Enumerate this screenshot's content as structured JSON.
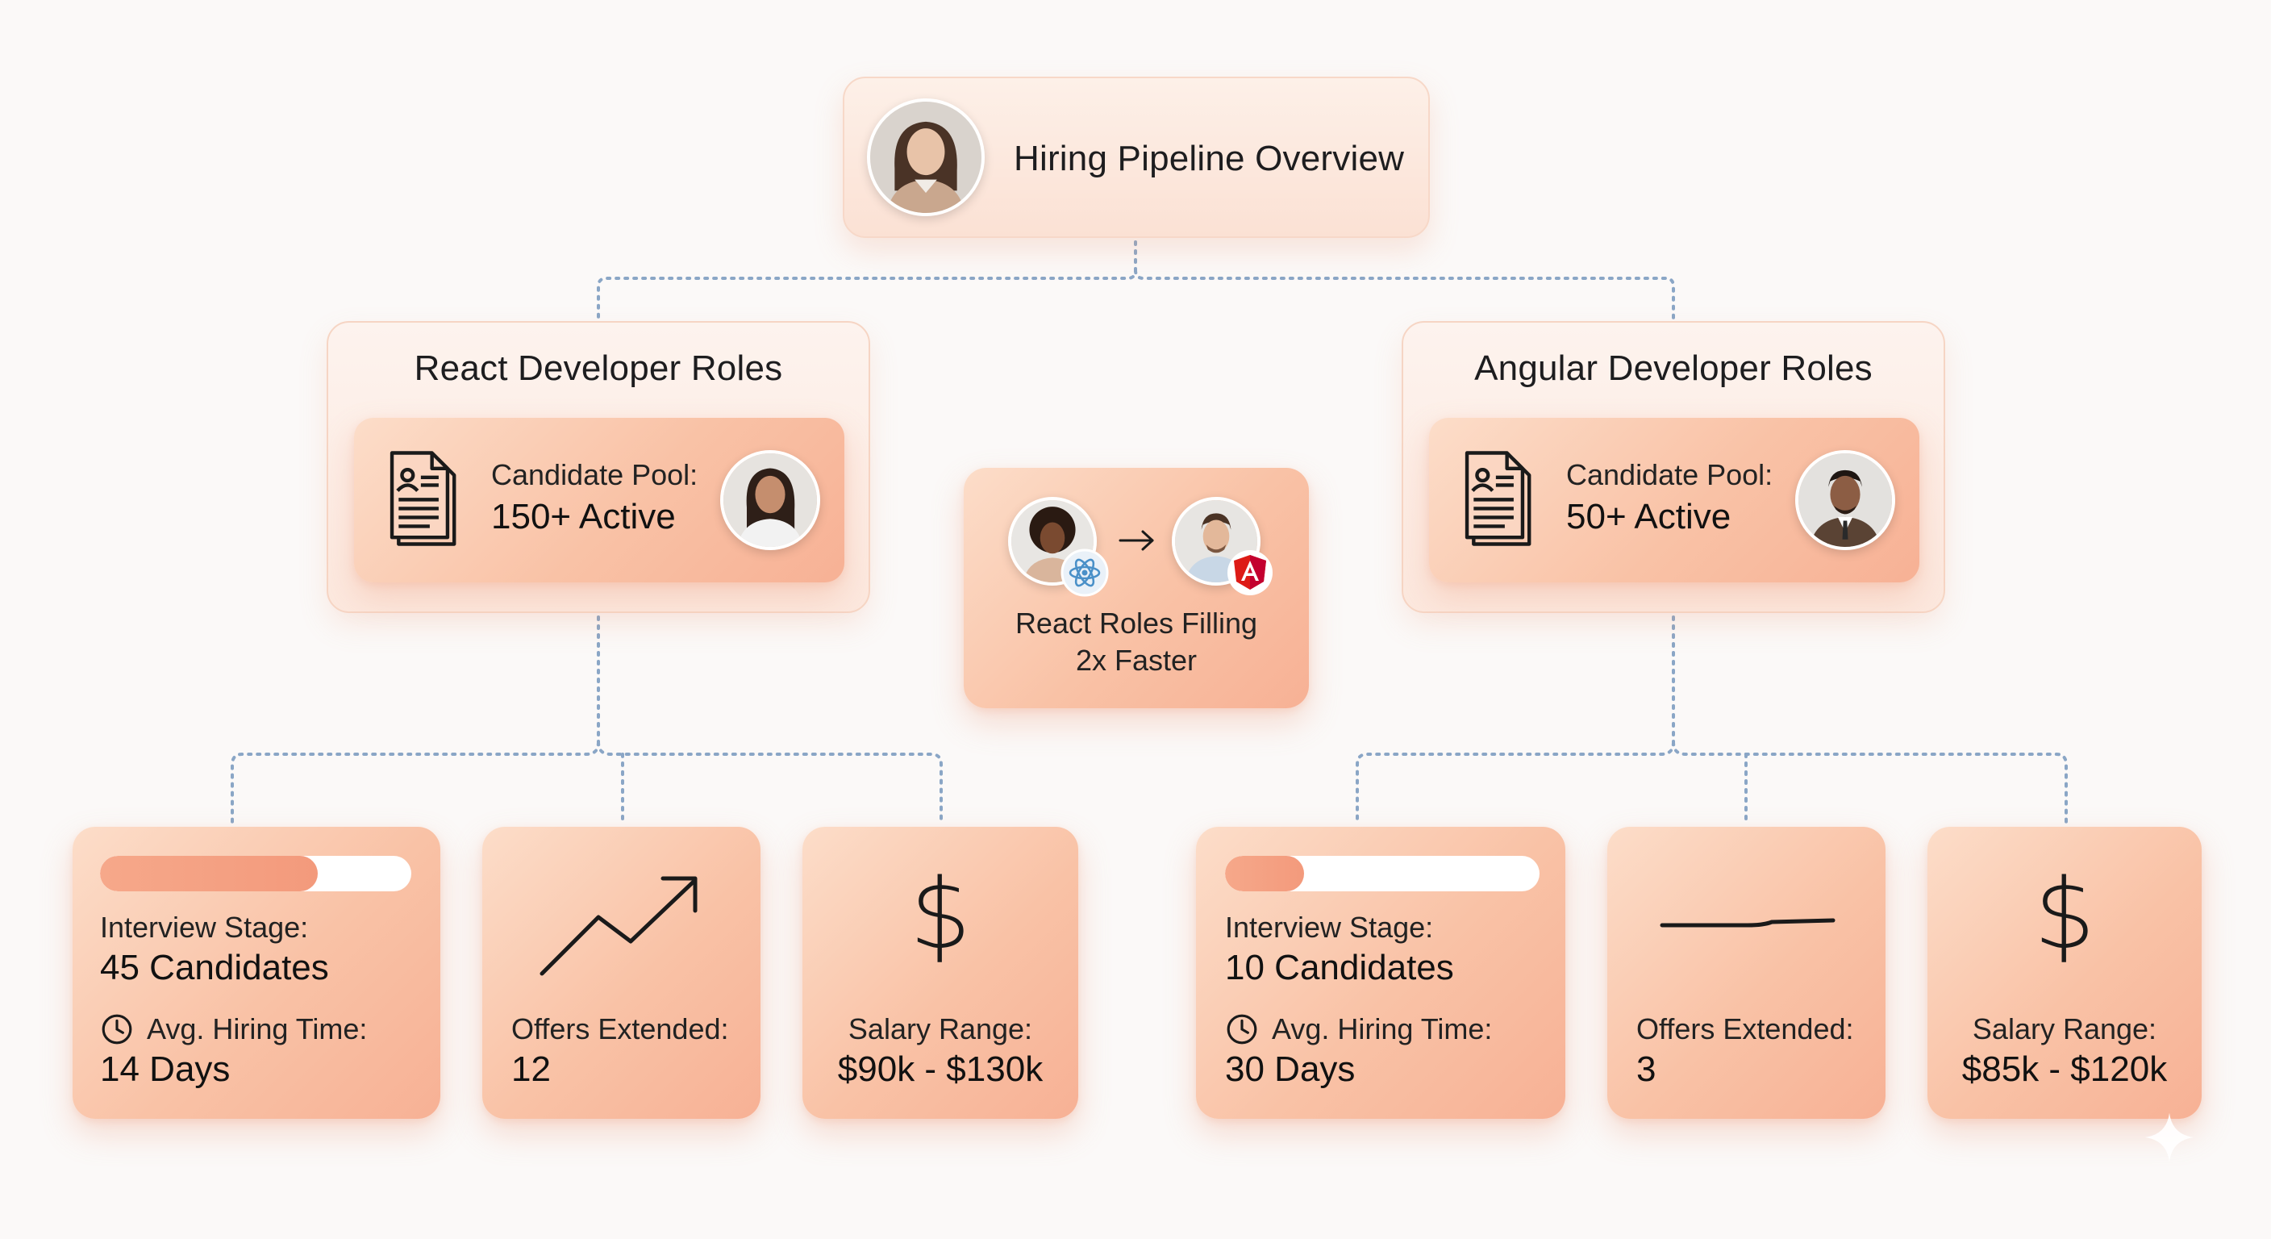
{
  "root": {
    "title": "Hiring Pipeline Overview"
  },
  "react": {
    "title": "React Developer Roles",
    "pool_label": "Candidate Pool:",
    "pool_value": "150+ Active",
    "interview": {
      "label": "Interview Stage:",
      "value": "45 Candidates",
      "progress": 0.7,
      "time_label": "Avg. Hiring Time:",
      "time_value": "14 Days"
    },
    "offers": {
      "label": "Offers Extended:",
      "value": "12",
      "icon": "trend-up-icon"
    },
    "salary": {
      "label": "Salary Range:",
      "value": "$90k - $130k",
      "icon": "dollar-icon"
    }
  },
  "angular": {
    "title": "Angular Developer Roles",
    "pool_label": "Candidate Pool:",
    "pool_value": "50+ Active",
    "interview": {
      "label": "Interview Stage:",
      "value": "10 Candidates",
      "progress": 0.25,
      "time_label": "Avg. Hiring Time:",
      "time_value": "30 Days"
    },
    "offers": {
      "label": "Offers Extended:",
      "value": "3",
      "icon": "flat-line-icon"
    },
    "salary": {
      "label": "Salary Range:",
      "value": "$85k - $120k",
      "icon": "dollar-icon"
    }
  },
  "comparison": {
    "line1": "React Roles Filling",
    "line2": "2x Faster",
    "icons": [
      "react-icon",
      "arrow-right-icon",
      "angular-icon"
    ]
  },
  "colors": {
    "card_accent": "#f7b195",
    "connector": "#8aa6c6",
    "progress_fill": "#f39a7c",
    "angular_red": "#dd1b16",
    "react_blue": "#4a90c8"
  }
}
